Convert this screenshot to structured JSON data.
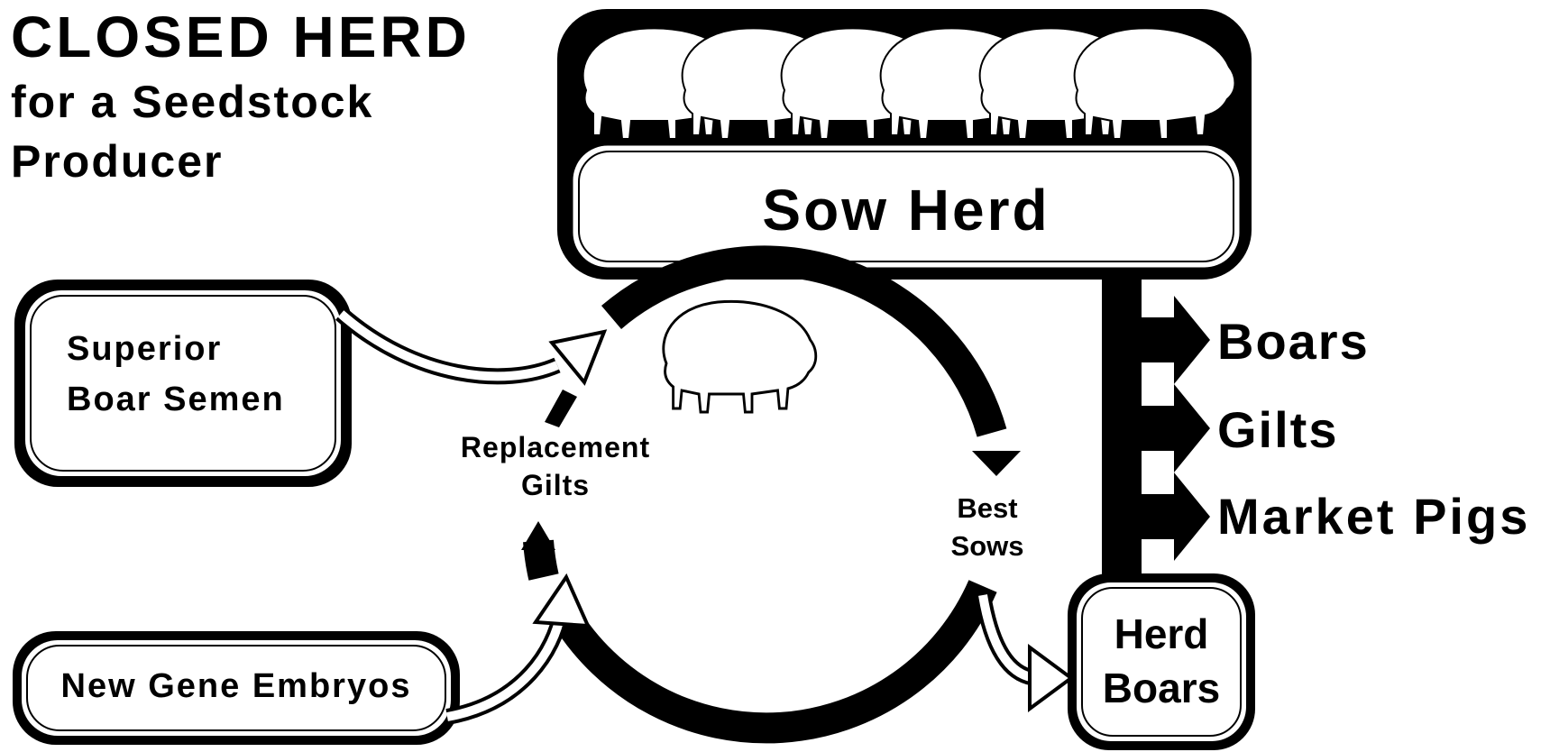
{
  "title": {
    "line1": "CLOSED HERD",
    "line2": "for a Seedstock",
    "line3": "Producer"
  },
  "nodes": {
    "sow_herd": "Sow Herd",
    "superior_semen": [
      "Superior",
      "Boar Semen"
    ],
    "new_gene_embryos": "New Gene Embryos",
    "replacement_gilts": [
      "Replacement",
      "Gilts"
    ],
    "best_sows": [
      "Best",
      "Sows"
    ],
    "herd_boars": [
      "Herd",
      "Boars"
    ]
  },
  "outputs": [
    "Boars",
    "Gilts",
    "Market Pigs"
  ],
  "icons": [
    "pig-icon"
  ],
  "colors": {
    "ink": "#000000",
    "paper": "#ffffff"
  }
}
